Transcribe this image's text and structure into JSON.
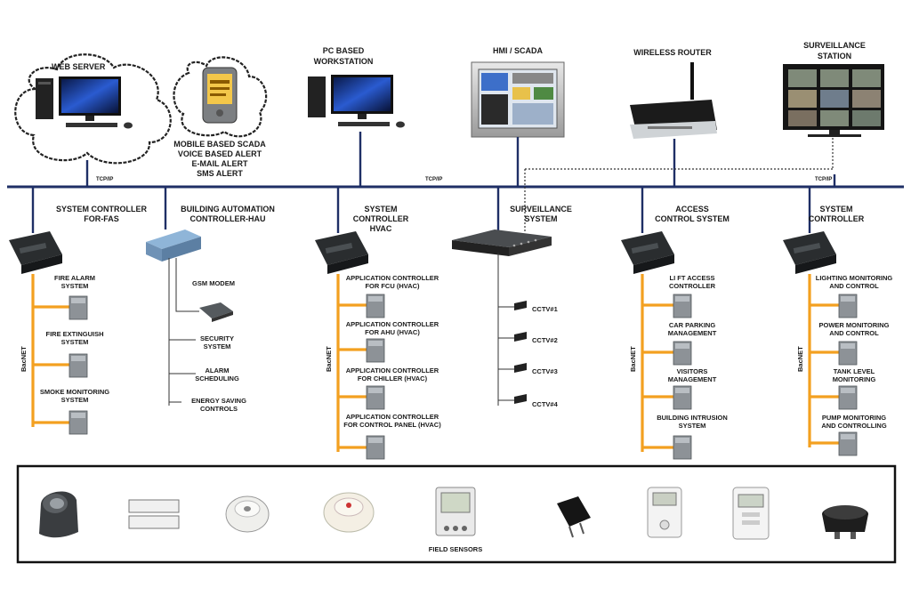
{
  "top": {
    "web_server": "WEB SERVER",
    "mobile_lines": [
      "MOBILE BASED SCADA",
      "VOICE BASED ALERT",
      "E-MAIL ALERT",
      "SMS ALERT"
    ],
    "pc_workstation": [
      "PC BASED",
      "WORKSTATION"
    ],
    "hmi": "HMI / SCADA",
    "router": "WIRELESS ROUTER",
    "surveillance_station": [
      "SURVEILLANCE",
      "STATION"
    ],
    "tcpip": "TCP/IP"
  },
  "controllers": {
    "fas": [
      "SYSTEM CONTROLLER",
      "FOR-FAS"
    ],
    "hau": [
      "BUILDING AUTOMATION",
      "CONTROLLER-HAU"
    ],
    "hvac": [
      "SYSTEM",
      "CONTROLLER",
      "HVAC"
    ],
    "surveillance": [
      "SURVEILLANCE",
      "SYSTEM"
    ],
    "access": [
      "ACCESS",
      "CONTROL SYSTEM"
    ],
    "system": [
      "SYSTEM",
      "CONTROLLER"
    ]
  },
  "bacnet": "BacNET",
  "fas_items": [
    [
      "FIRE ALARM",
      "SYSTEM"
    ],
    [
      "FIRE EXTINGUISH",
      "SYSTEM"
    ],
    [
      "SMOKE MONITORING",
      "SYSTEM"
    ]
  ],
  "hau_items": [
    [
      "GSM MODEM"
    ],
    [
      "SECURITY",
      "SYSTEM"
    ],
    [
      "ALARM",
      "SCHEDULING"
    ],
    [
      "ENERGY SAVING",
      "CONTROLS"
    ]
  ],
  "hvac_items": [
    [
      "APPLICATION CONTROLLER",
      "FOR FCU (HVAC)"
    ],
    [
      "APPLICATION CONTROLLER",
      "FOR AHU (HVAC)"
    ],
    [
      "APPLICATION CONTROLLER",
      "FOR CHILLER (HVAC)"
    ],
    [
      "APPLICATION CONTROLLER",
      "FOR CONTROL PANEL (HVAC)"
    ]
  ],
  "cctv_items": [
    "CCTV#1",
    "CCTV#2",
    "CCTV#3",
    "CCTV#4"
  ],
  "access_items": [
    [
      "LI FT ACCESS",
      "CONTROLLER"
    ],
    [
      "CAR PARKING",
      "MANAGEMENT"
    ],
    [
      "VISITORS",
      "MANAGEMENT"
    ],
    [
      "BUILDING INTRUSION",
      "SYSTEM"
    ]
  ],
  "system_items": [
    [
      "LIGHTING MONITORING",
      "AND CONTROL"
    ],
    [
      "POWER MONITORING",
      "AND CONTROL"
    ],
    [
      "TANK LEVEL",
      "MONITORING"
    ],
    [
      "PUMP MONITORING",
      "AND CONTROLLING"
    ]
  ],
  "field_sensors": "FIELD SENSORS",
  "sensor_icons": [
    "motion-sensor-icon",
    "magnetic-contact-icon",
    "heat-detector-icon",
    "smoke-detector-icon",
    "thermostat-icon",
    "plug-sensor-icon",
    "wall-sensor-icon",
    "keypad-sensor-icon",
    "pressure-sensor-icon"
  ]
}
